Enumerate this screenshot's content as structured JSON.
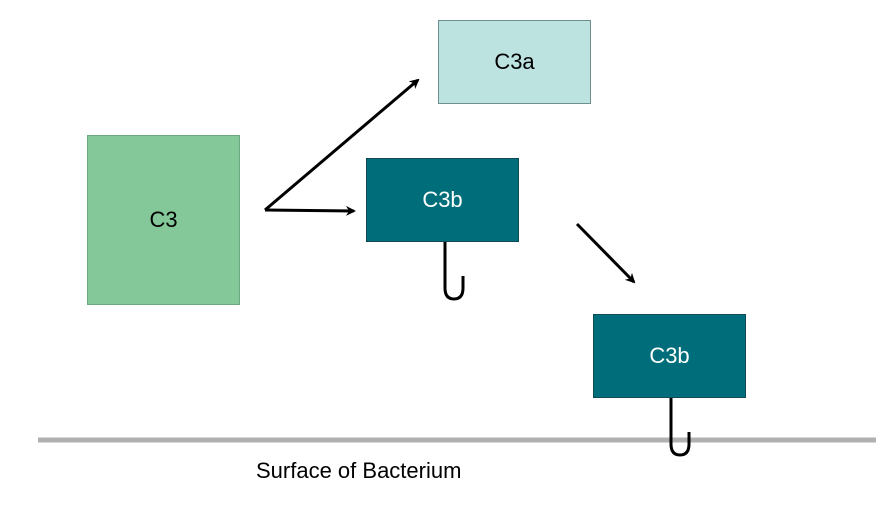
{
  "nodes": {
    "c3": {
      "label": "C3",
      "fill": "#84c89a",
      "text_color": "#000000"
    },
    "c3a": {
      "label": "C3a",
      "fill": "#bde3e1",
      "text_color": "#000000"
    },
    "c3b_free": {
      "label": "C3b",
      "fill": "#006e7a",
      "text_color": "#ffffff"
    },
    "c3b_bound": {
      "label": "C3b",
      "fill": "#006e7a",
      "text_color": "#ffffff"
    }
  },
  "surface": {
    "label": "Surface of Bacterium",
    "line_color": "#b0b0b0"
  },
  "arrow_color": "#000000"
}
